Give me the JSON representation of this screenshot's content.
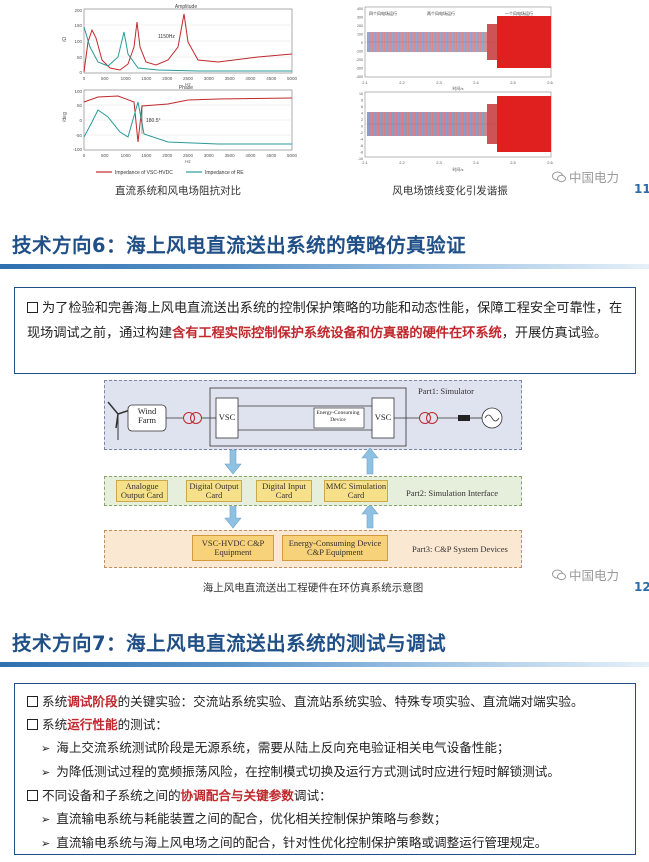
{
  "top_section": {
    "left_figure": {
      "top_plot_title": "Amplitude",
      "bottom_plot_title": "Phase",
      "top_y_label": "/Ω",
      "bottom_y_label": "/deg",
      "x_label": "Hz",
      "top_y_ticks": [
        "200",
        "150",
        "100",
        "50",
        "0"
      ],
      "bottom_y_ticks": [
        "100",
        "50",
        "0",
        "-50",
        "-100"
      ],
      "x_ticks": [
        "0",
        "500",
        "1000",
        "1500",
        "2000",
        "2500",
        "3000",
        "3500",
        "4000",
        "4500",
        "5000"
      ],
      "annotation_top": "1150Hz",
      "annotation_bottom": "180.5°",
      "legend": [
        "Impedance of VSC-HVDC",
        "Impedance of RE"
      ],
      "legend_colors": [
        "#c0282d",
        "#2a9a9a"
      ],
      "caption": "直流系统和风电场阻抗对比"
    },
    "right_figure": {
      "top_labels": [
        "四个风电场运行",
        "两个风电场运行",
        "一个风电场运行"
      ],
      "top_y_ticks": [
        "400",
        "300",
        "200",
        "100",
        "0",
        "-100",
        "-200",
        "-300",
        "-400"
      ],
      "bottom_y_ticks": [
        "10",
        "8",
        "6",
        "4",
        "2",
        "0",
        "-2",
        "-4",
        "-6",
        "-8",
        "-10"
      ],
      "x_ticks": [
        "2.1",
        "2.2",
        "2.3",
        "2.4",
        "2.5",
        "2.6"
      ],
      "x_label": "时间/s",
      "caption": "风电场馈线变化引发谐振"
    },
    "watermark": "中国电力",
    "page_number": "11"
  },
  "section6": {
    "title": "技术方向6：海上风电直流送出系统的策略仿真验证",
    "paragraph_before": "为了检验和完善海上风电直流送出系统的控制保护策略的功能和动态性能，保障工程安全可靠性，在现场调试之前，通过构建",
    "paragraph_highlight": "含有工程实际控制保护系统设备和仿真器的硬件在环系统",
    "paragraph_after": "，开展仿真试验。",
    "diagram": {
      "wind_farm": "Wind\nFarm",
      "vsc_left": "VSC",
      "vsc_right": "VSC",
      "energy_device": "Energy-Consuming\nDevice",
      "part1": "Part1: Simulator",
      "part2": "Part2: Simulation Interface",
      "part3": "Part3: C&P System Devices",
      "cards": [
        "Analogue\nOutput Card",
        "Digital Output\nCard",
        "Digital Input\nCard",
        "MMC Simulation\nCard"
      ],
      "cp_cards": [
        "VSC-HVDC C&P\nEquipment",
        "Energy-Consuming Device\nC&P Equipment"
      ],
      "caption": "海上风电直流送出工程硬件在环仿真系统示意图"
    },
    "watermark": "中国电力",
    "page_number": "12"
  },
  "section7": {
    "title": "技术方向7：海上风电直流送出系统的测试与调试",
    "items": [
      {
        "type": "main",
        "before": "系统",
        "highlight": "调试阶段",
        "after": "的关键实验：交流站系统实验、直流站系统实验、特殊专项实验、直流端对端实验。"
      },
      {
        "type": "main",
        "before": "系统",
        "highlight": "运行性能",
        "after": "的测试："
      },
      {
        "type": "sub",
        "text": "海上交流系统测试阶段是无源系统，需要从陆上反向充电验证相关电气设备性能；"
      },
      {
        "type": "sub",
        "text": "为降低测试过程的宽频振荡风险，在控制模式切换及运行方式测试时应进行短时解锁测试。"
      },
      {
        "type": "main",
        "before": "不同设备和子系统之间的",
        "highlight": "协调配合与关键参数",
        "after": "调试："
      },
      {
        "type": "sub",
        "text": "直流输电系统与耗能装置之间的配合，优化相关控制保护策略与参数；"
      },
      {
        "type": "sub",
        "text": "直流输电系统与海上风电场之间的配合，针对性优化控制保护策略或调整运行管理规定。"
      }
    ]
  }
}
